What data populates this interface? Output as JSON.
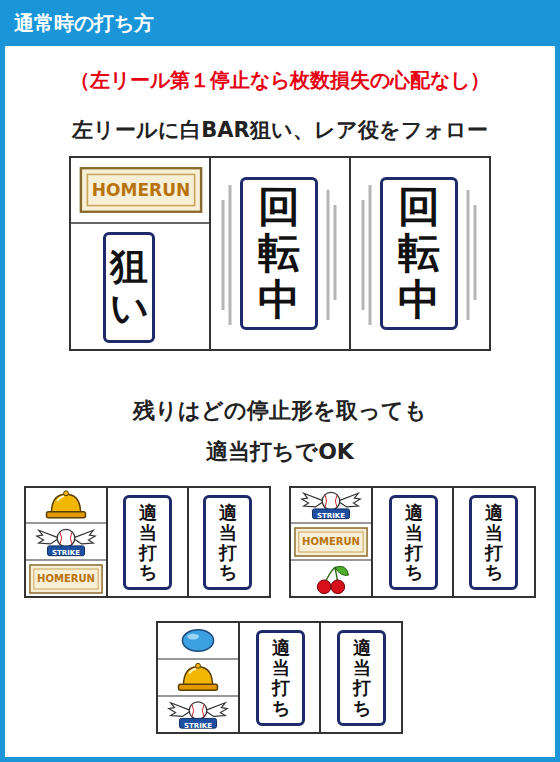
{
  "diagram": {
    "title": "通常時の打ち方",
    "nodes": [
      {
        "text": [
          "狙い"
        ]
      },
      {
        "text": [
          "回転中"
        ]
      },
      {
        "text": [
          "回転中"
        ]
      },
      {
        "text": [
          "適当打ち"
        ]
      },
      {
        "text": [
          "適当打ち"
        ]
      },
      {
        "text": [
          "適当打ち"
        ]
      },
      {
        "text": [
          "適当打ち"
        ]
      },
      {
        "text": [
          "適当打ち"
        ]
      },
      {
        "text": [
          "適当打ち"
        ]
      }
    ],
    "labels": [
      "（左リール第１停止なら枚数損失の心配なし）",
      "左リールに白BAR狙い、レア役をフォロー",
      "残りはどの停止形を取っても",
      "適当打ちでOK",
      "HOMERUN",
      "HOMERUN",
      "HOMERUN",
      "STRIKE",
      "STRIKE",
      "STRIKE"
    ]
  }
}
